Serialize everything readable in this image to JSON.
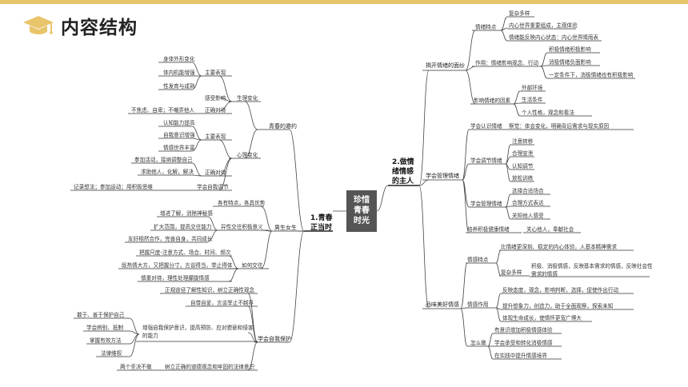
{
  "header": {
    "title": "内容结构",
    "icon": "graduation-cap-icon",
    "accent": "#E8C46B"
  },
  "center": {
    "lines": [
      "珍惜",
      "青春",
      "时光"
    ],
    "color": "#555555"
  },
  "left": {
    "main": {
      "lines": [
        "1.青春",
        "正当时"
      ]
    },
    "b1": {
      "label": "青春的邀约",
      "s1": {
        "label": "生理变化",
        "t1": "主要表现",
        "t1_items": [
          "身体外形变化",
          "体内机能增强",
          "性发育与成熟"
        ],
        "t2": "感受影响",
        "t3": "正确对待",
        "t3_item": "不焦虑、自卑；不嘲弄他人"
      },
      "s2": {
        "label": "心理变化",
        "t1": "主要表现",
        "t1_items": [
          "认知能力提高",
          "自我意识增强",
          "情感世界丰富"
        ],
        "t2": "正确对待",
        "t2_items": [
          "参加活动，接纳调整自己",
          "求助他人，化解，解决"
        ],
        "t3": "学会自我调节",
        "t3_item": "记录想法；参加运动；用积极思维"
      }
    },
    "b2": {
      "label": "男生女生",
      "s0": "各有特点，各具优势",
      "s1": {
        "label": "异性交往积极意义",
        "items": [
          "增进了解，消除神秘感",
          "扩大范围，提高交往能力",
          "友好相然合作，完善自身，共同成长"
        ]
      },
      "s2": {
        "label": "如何交往",
        "items": [
          "把握尺度-注意方式、场合、时间、频次",
          "既热情大方，又把握分寸，言谈得当，举止得体",
          "慎重对待，理性处理朦胧情感"
        ]
      }
    },
    "b3": {
      "label": "学会自我保护",
      "items": [
        "正规途径了解性知识，树立正确性观念",
        "自尊自爱，言谈举止不越界"
      ],
      "s1": {
        "label": "增强自我保护意识，提高预防、应对猥亵和侵害的能力",
        "items": [
          "敢于、善于保护自己",
          "学会辨别、抵制",
          "掌握有效方法",
          "法律维权"
        ]
      },
      "s2": {
        "label": "树立正确的道德观念和牢固的法律意识",
        "item": "两个坚决不做"
      }
    }
  },
  "right": {
    "main": {
      "lines": [
        "2.做情",
        "绪情感",
        "的主人"
      ]
    },
    "b1": {
      "label": "揭开情绪的面纱",
      "s1": {
        "label": "情绪特点",
        "items": [
          "复杂多样",
          "内心世界重要组成，主观体验",
          "情绪能反映内心状态：内心世界晴雨表"
        ]
      },
      "s2": {
        "label": "作用：情绪影响观念、行动",
        "items": [
          "积极情绪积极影响",
          "消极情绪负面影响",
          "一定条件下，消极情绪也有积极影响"
        ]
      },
      "s3": {
        "label": "影响情绪的因素",
        "items": [
          "外部环境",
          "生活条件",
          "个人性格，观念和看法"
        ]
      }
    },
    "b2": {
      "label": "学会管理情绪",
      "s1": {
        "label": "学会认识情绪",
        "item": "察觉：体会变化，明确背后需求与现实原因"
      },
      "s2": {
        "label": "学会调节情绪",
        "items": [
          "注意转移",
          "合理宣泄",
          "认知调节",
          "放松训练"
        ]
      },
      "s3": {
        "label": "学会管理情绪",
        "items": [
          "选择合适场合",
          "合理方式表达",
          "关照他人感受"
        ]
      },
      "s4": {
        "label": "培养积极健康情绪",
        "item": "关心他人，奉献社会"
      }
    },
    "b3": {
      "label": "品味美好情感",
      "s1": {
        "label": "情感特点",
        "item1": "比情绪更深刻、稳定的内心体验，人基本精神需求",
        "sub_label": "复杂多样",
        "sub_item": "积极、消极情感，反映基本需求的情感，反映社会性需求的情感"
      },
      "s2": {
        "label": "情感作用",
        "items": [
          "反映态度，观念，影响判断，选择，促使作出行动",
          "提升想象力，创造力，助于全面观察，探索未知",
          "体现生命成长，使情怀更宽广博大"
        ]
      },
      "s3": {
        "label": "怎么做",
        "items": [
          "有意识增加积极情感体验",
          "学会承受和转化消极情感",
          "在实践中提升情感境界"
        ]
      }
    }
  }
}
